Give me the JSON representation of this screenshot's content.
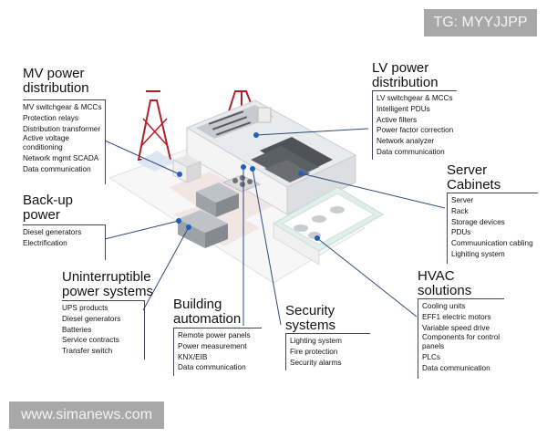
{
  "watermarks": {
    "top": "TG: MYYJJPP",
    "bottom": "www.simanews.com"
  },
  "colors": {
    "connector": "#2e4a7a",
    "dot": "#1f5fbf",
    "tower": "#b0202a",
    "floor_pink": "#f2e6e4",
    "hvac_glass": "#dff0ea"
  },
  "sections": {
    "mv": {
      "title_1": "MV power",
      "title_2": "distribution",
      "items": [
        "MV switchgear & MCCs",
        "Protection relays",
        "Distribution transformer",
        "Active voltage conditioning",
        "Network mgmt SCADA",
        "Data communication"
      ]
    },
    "backup": {
      "title_1": "Back-up",
      "title_2": "power",
      "items": [
        "Diesel generators",
        "Electrification"
      ]
    },
    "ups": {
      "title_1": "Uninterruptible",
      "title_2": "power systems",
      "items": [
        "UPS products",
        "Diesel generators",
        "Batteries",
        "Service contracts",
        "Transfer switch"
      ]
    },
    "building": {
      "title_1": "Building",
      "title_2": "automation",
      "items": [
        "Remote power panels",
        "Power measurement",
        "KNX/EIB",
        "Data communication"
      ]
    },
    "security": {
      "title_1": "Security",
      "title_2": "systems",
      "items": [
        "Lighting system",
        "Fire protection",
        "Security alarms"
      ]
    },
    "lv": {
      "title_1": "LV power",
      "title_2": "distribution",
      "items": [
        "LV switchgear &  MCCs",
        "Intelligent PDUs",
        "Active filters",
        "Power factor correction",
        "Network analyzer",
        "Data communication"
      ]
    },
    "server": {
      "title_1": "Server",
      "title_2": "Cabinets",
      "items": [
        "Server",
        "Rack",
        "Storage devices",
        "PDUs",
        "Commuunication cabling",
        "Lighiting system"
      ]
    },
    "hvac": {
      "title_1": "HVAC",
      "title_2": "solutions",
      "items": [
        "Cooling units",
        "EFF1 electric motors",
        "Variable speed drive",
        "Components for control panels",
        "PLCs",
        "Data communication"
      ]
    }
  }
}
